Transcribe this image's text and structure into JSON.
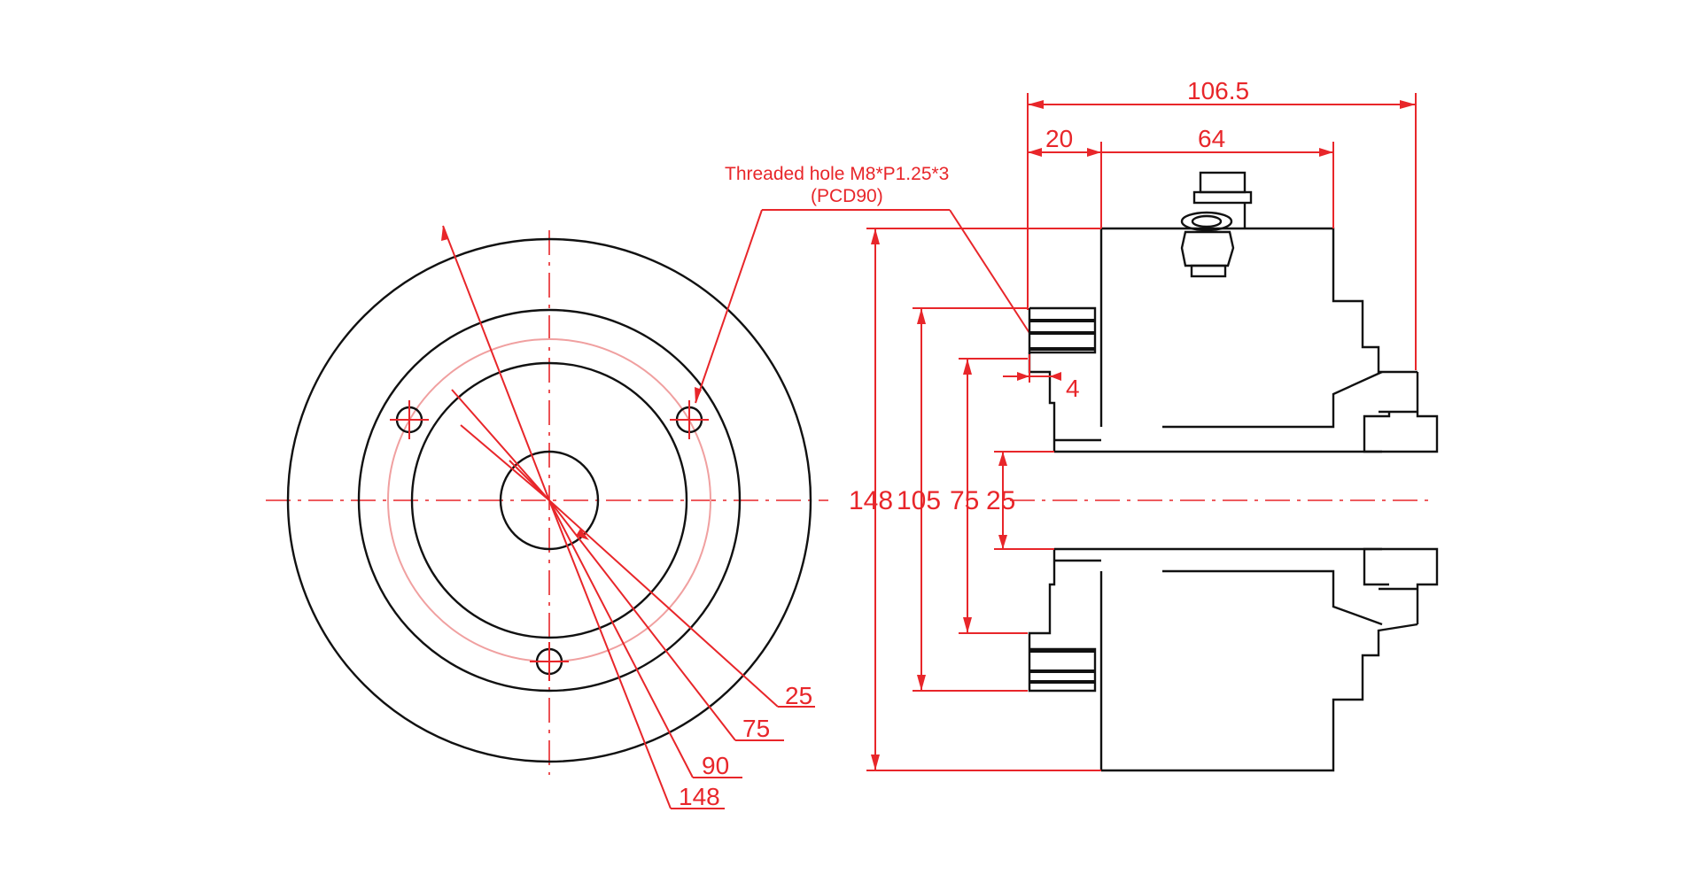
{
  "colors": {
    "dimension": "#e8262a",
    "outline": "#111111",
    "pcd_circle": "#f0a0a0"
  },
  "annotations": {
    "threaded_hole_line1": "Threaded hole M8*P1.25*3",
    "threaded_hole_line2": "(PCD90)"
  },
  "front_view": {
    "diameter_labels": [
      "25",
      "75",
      "90",
      "148"
    ]
  },
  "side_view": {
    "overall_length": "106.5",
    "flange_length": "20",
    "body_length": "64",
    "step_depth": "4",
    "diameter_labels": [
      "148",
      "105",
      "75",
      "25"
    ]
  }
}
